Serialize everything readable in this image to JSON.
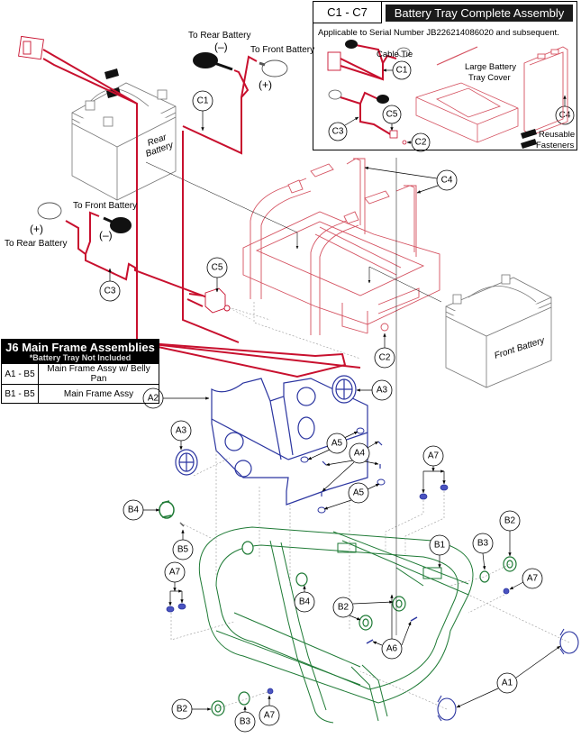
{
  "diagram": {
    "title": "J6 Main Frame and Battery Tray Exploded Parts Diagram",
    "colors": {
      "battery_tray_parts": "#c8102e",
      "belly_pan_parts": "#2b35a0",
      "main_frame_parts": "#1e7a35",
      "leader_lines": "#000000",
      "hidden_lines": "#888888"
    }
  },
  "kit_box": {
    "code": "C1 - C7",
    "title": "Battery Tray Complete Assembly",
    "applicability": "Applicable to Serial Number JB226214086020 and subsequent.",
    "labels": {
      "cable_tie": "Cable Tie",
      "tray_cover_line1": "Large Battery",
      "tray_cover_line2": "Tray Cover",
      "reusable": "Reusable",
      "fasteners": "Fasteners"
    },
    "callouts": [
      "C1",
      "C3",
      "C5",
      "C2",
      "C4"
    ]
  },
  "assembly_table": {
    "title": "J6 Main Frame Assemblies",
    "subtitle": "*Battery Tray Not Included",
    "rows": [
      {
        "code": "A1 - B5",
        "description": "Main Frame Assy w/ Belly Pan"
      },
      {
        "code": "B1 - B5",
        "description": "Main Frame Assy"
      }
    ]
  },
  "labels": {
    "rear_battery_line1": "Rear",
    "rear_battery_line2": "Battery",
    "front_battery": "Front Battery",
    "c1_to_rear": "To Rear Battery",
    "c1_to_front": "To Front Battery",
    "c1_neg": "(–)",
    "c1_pos": "(+)",
    "c3_to_front": "To Front Battery",
    "c3_to_rear": "To Rear Battery",
    "c3_pos": "(+)",
    "c3_neg": "(–)"
  },
  "callouts": [
    {
      "id": "C1",
      "label": "C1"
    },
    {
      "id": "C3",
      "label": "C3"
    },
    {
      "id": "C5",
      "label": "C5"
    },
    {
      "id": "C4",
      "label": "C4"
    },
    {
      "id": "C2",
      "label": "C2"
    },
    {
      "id": "A2",
      "label": "A2"
    },
    {
      "id": "A3a",
      "label": "A3"
    },
    {
      "id": "A3b",
      "label": "A3"
    },
    {
      "id": "A5a",
      "label": "A5"
    },
    {
      "id": "A4",
      "label": "A4"
    },
    {
      "id": "A5b",
      "label": "A5"
    },
    {
      "id": "A7a",
      "label": "A7"
    },
    {
      "id": "B4a",
      "label": "B4"
    },
    {
      "id": "B5",
      "label": "B5"
    },
    {
      "id": "A7b",
      "label": "A7"
    },
    {
      "id": "B4b",
      "label": "B4"
    },
    {
      "id": "B1",
      "label": "B1"
    },
    {
      "id": "B3a",
      "label": "B3"
    },
    {
      "id": "B2a",
      "label": "B2"
    },
    {
      "id": "A7c",
      "label": "A7"
    },
    {
      "id": "B2b",
      "label": "B2"
    },
    {
      "id": "A6",
      "label": "A6"
    },
    {
      "id": "A1",
      "label": "A1"
    },
    {
      "id": "B2c",
      "label": "B2"
    },
    {
      "id": "B3b",
      "label": "B3"
    },
    {
      "id": "A7d",
      "label": "A7"
    },
    {
      "id": "kC1",
      "label": "C1"
    },
    {
      "id": "kC3",
      "label": "C3"
    },
    {
      "id": "kC5",
      "label": "C5"
    },
    {
      "id": "kC2",
      "label": "C2"
    },
    {
      "id": "kC4",
      "label": "C4"
    }
  ]
}
